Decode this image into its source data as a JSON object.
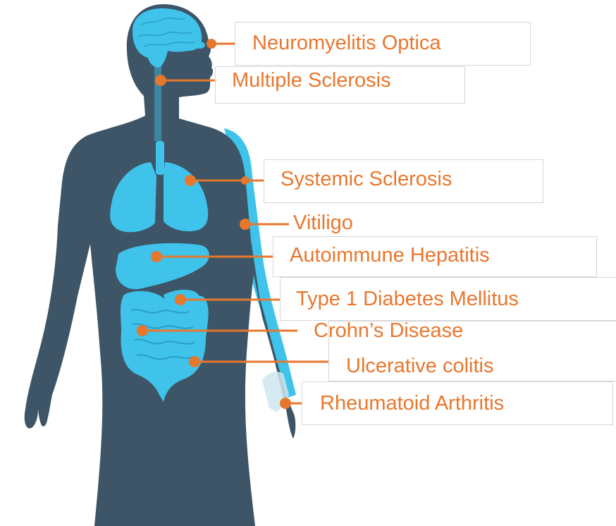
{
  "colors": {
    "accent": "#e8772e",
    "body": "#3d5566",
    "organ": "#3fc3ea",
    "box_border": "#d7d7d7"
  },
  "labels": [
    {
      "id": "neuromyelitis-optica",
      "text": "Neuromyelitis Optica"
    },
    {
      "id": "multiple-sclerosis",
      "text": "Multiple Sclerosis"
    },
    {
      "id": "systemic-sclerosis",
      "text": "Systemic Sclerosis"
    },
    {
      "id": "vitiligo",
      "text": "Vitiligo"
    },
    {
      "id": "autoimmune-hepatitis",
      "text": "Autoimmune Hepatitis"
    },
    {
      "id": "type-1-diabetes",
      "text": "Type 1 Diabetes Mellitus"
    },
    {
      "id": "crohns-disease",
      "text": "Crohn’s Disease"
    },
    {
      "id": "ulcerative-colitis",
      "text": "Ulcerative colitis"
    },
    {
      "id": "rheumatoid-arthritis",
      "text": "Rheumatoid Arthritis"
    }
  ]
}
